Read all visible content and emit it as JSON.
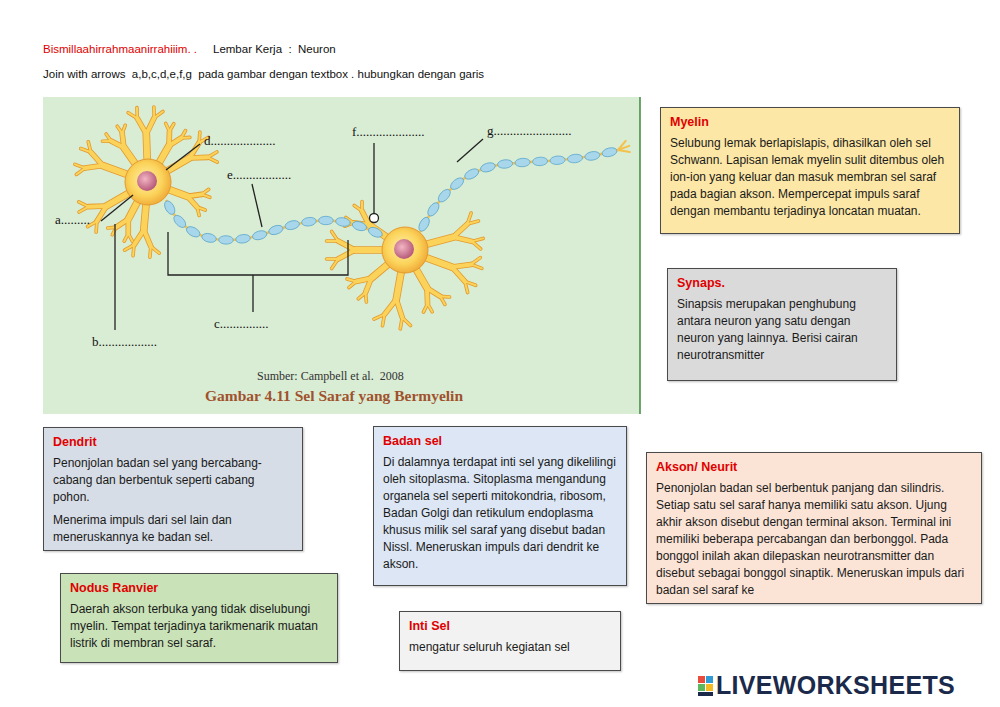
{
  "diagram": {
    "title": "Lembar Kerja  :  Neuron",
    "caption": "Gambar 4.11 Sel Saraf yang Bermyelin",
    "nodes": [
      {
        "text": [
          "Myelin",
          "Selubung lemak berlapislapis, dihasilkan oleh sel Schwann. Lapisan lemak myelin sulit ditembus oleh ion-ion yang keluar dan masuk membran sel saraf pada bagian akson. Mempercepat impuls saraf dengan membantu terjadinya loncatan muatan."
        ]
      },
      {
        "text": [
          "Synaps.",
          "Sinapsis merupakan penghubung antara neuron yang satu dengan neuron yang lainnya. Berisi cairan neurotransmitter"
        ]
      },
      {
        "text": [
          "Dendrit",
          "Penonjolan badan sel yang bercabang-cabang dan berbentuk seperti cabang pohon.",
          "Menerima impuls dari sel lain dan meneruskannya ke badan sel."
        ]
      },
      {
        "text": [
          "Badan sel",
          "Di dalamnya terdapat inti sel yang dikelilingi oleh sitoplasma. Sitoplasma mengandung organela sel seperti mitokondria, ribosom, Badan Golgi dan retikulum endoplasma khusus milik sel saraf yang disebut badan Nissl. Meneruskan impuls dari dendrit ke akson."
        ]
      },
      {
        "text": [
          "Akson/ Neurit",
          "Penonjolan badan sel berbentuk panjang dan silindris. Setiap satu sel saraf hanya memiliki satu akson. Ujung akhir akson disebut dengan terminal akson. Terminal ini memiliki beberapa percabangan dan berbonggol. Pada bonggol inilah akan dilepaskan neurotransmitter dan disebut sebagai bonggol sinaptik. Meneruskan impuls dari badan sel saraf ke"
        ]
      },
      {
        "text": [
          "Nodus Ranvier",
          "Daerah akson terbuka yang tidak diselubungi myelin. Tempat terjadinya tarikmenarik muatan listrik di membran sel saraf."
        ]
      },
      {
        "text": [
          "Inti Sel",
          "mengatur seluruh kegiatan sel"
        ]
      }
    ],
    "edges": [],
    "labels": [
      "Bismillaahirrahmaanirrahiiim. .",
      "Join with arrows  a,b,c,d,e,f,g  pada gambar dengan textbox . hubungkan dengan garis",
      "a.........",
      "b..................",
      "c...............",
      "d....................",
      "e..................",
      "f.....................",
      "g........................",
      "Sumber: Campbell et al.  2008",
      "LIVEWORKSHEETS"
    ]
  }
}
